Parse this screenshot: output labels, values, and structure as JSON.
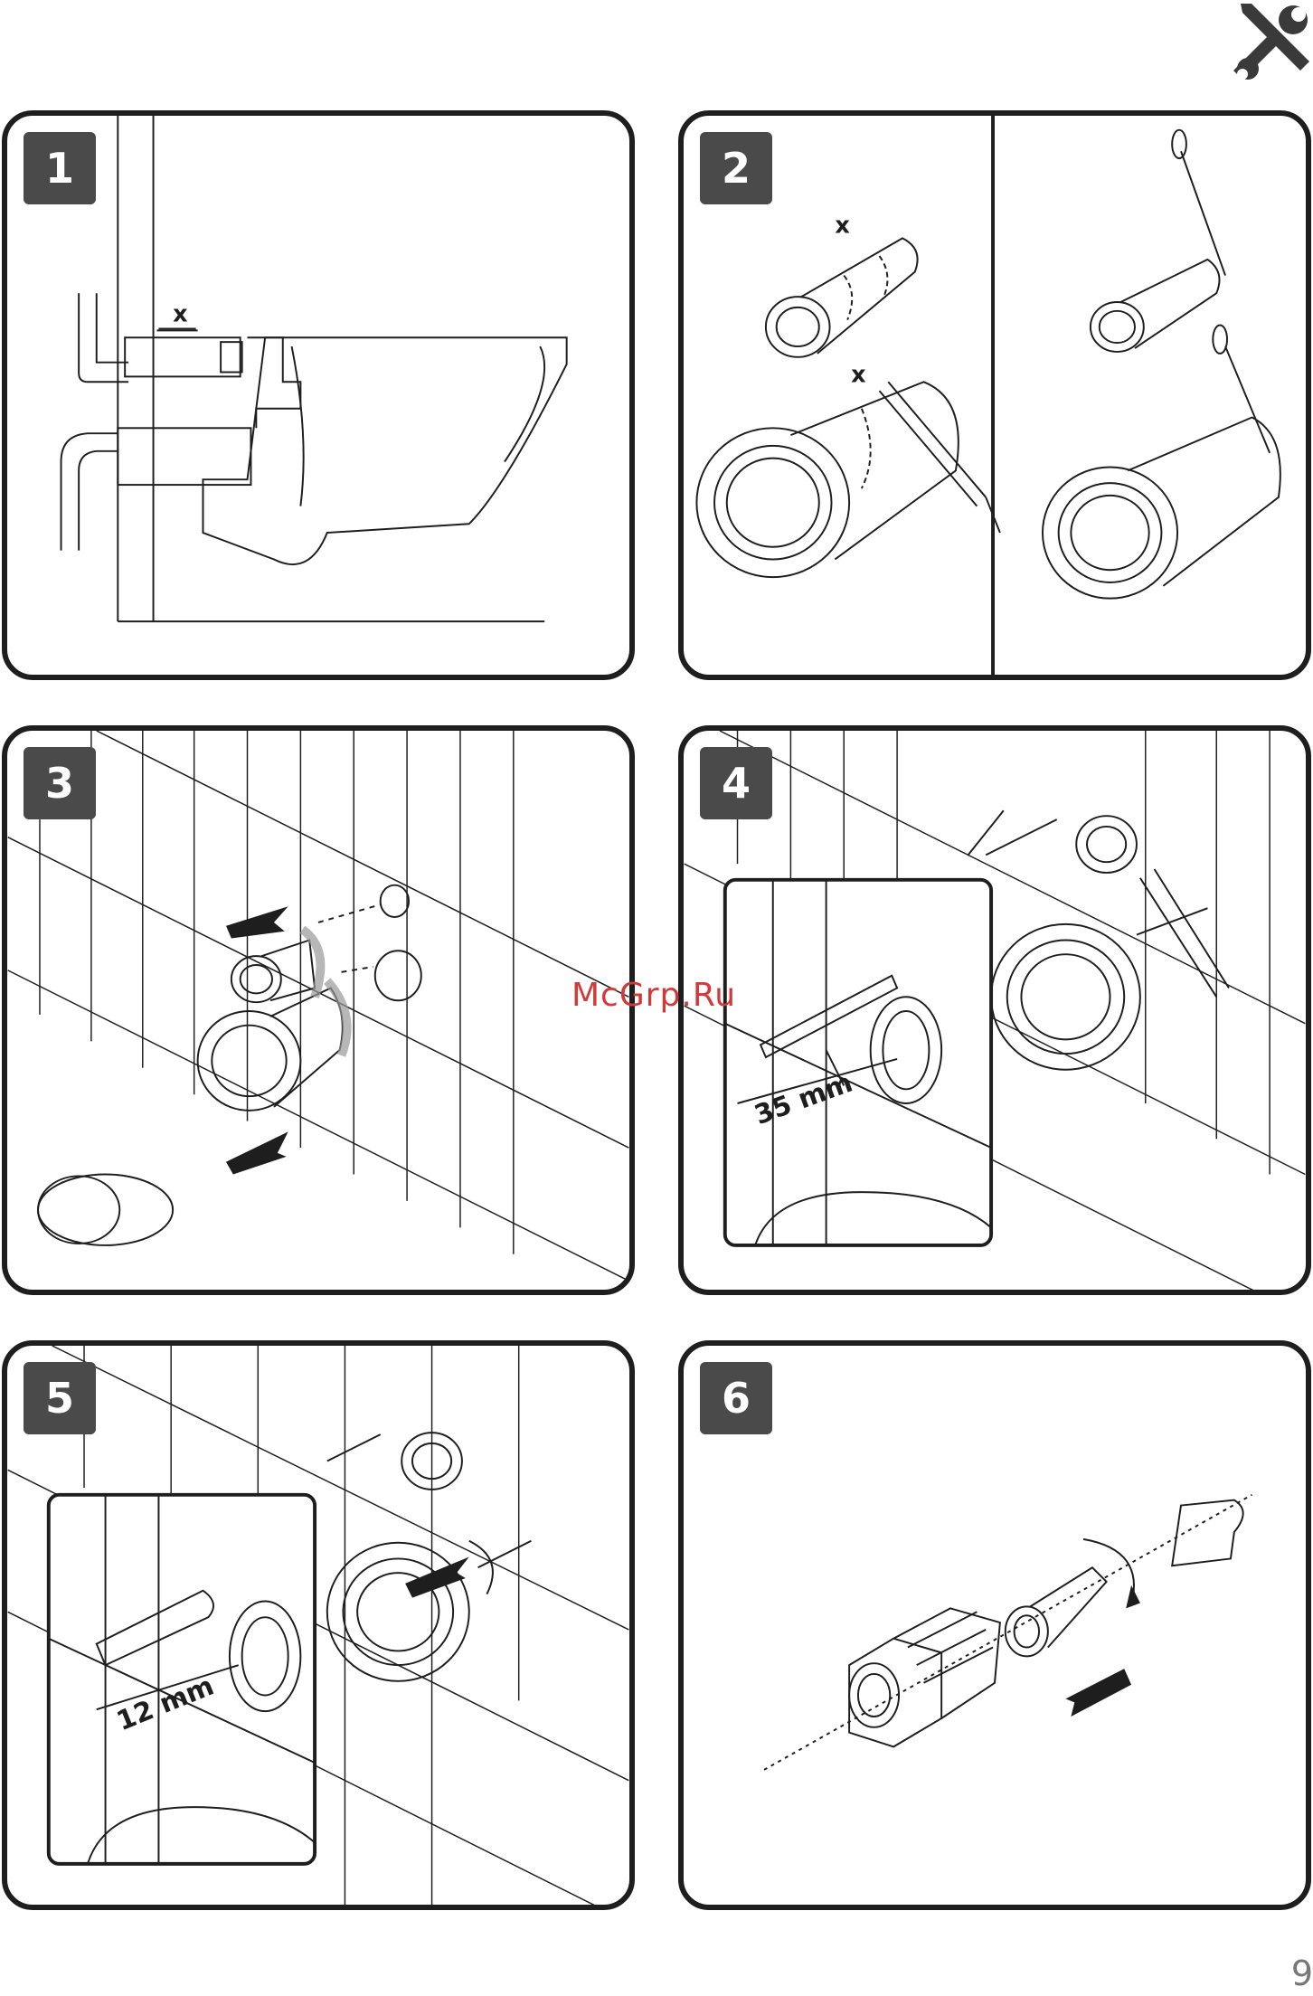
{
  "page": {
    "number": "9",
    "watermark": "McGrp.Ru",
    "header_icon": "tools-icon"
  },
  "steps": [
    {
      "number": "1",
      "labels": [
        "x"
      ]
    },
    {
      "number": "2",
      "labels": [
        "x",
        "x"
      ]
    },
    {
      "number": "3",
      "labels": []
    },
    {
      "number": "4",
      "labels": [
        "35 mm"
      ]
    },
    {
      "number": "5",
      "labels": [
        "12 mm"
      ]
    },
    {
      "number": "6",
      "labels": []
    }
  ],
  "colors": {
    "badge": "#4a4a4a",
    "line": "#1e1e1e",
    "watermark": "#d23a3a"
  }
}
